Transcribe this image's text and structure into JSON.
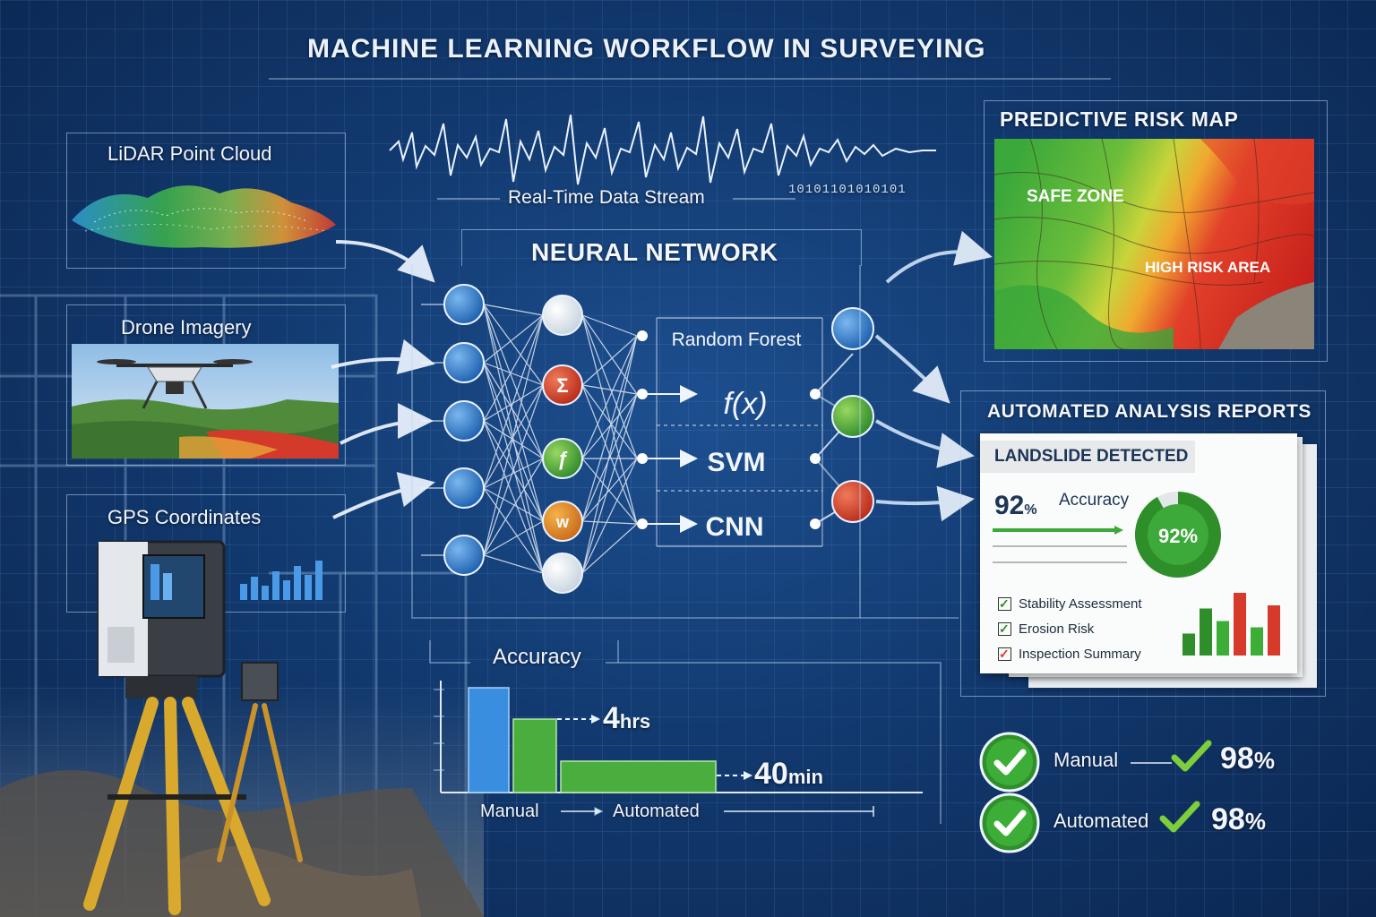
{
  "title": "MACHINE LEARNING WORKFLOW IN SURVEYING",
  "inputs": {
    "lidar": "LiDAR Point Cloud",
    "drone": "Drone Imagery",
    "gps": "GPS Coordinates"
  },
  "stream": {
    "label": "Real-Time Data Stream",
    "binary": "10101101010101"
  },
  "network": {
    "title": "NEURAL NETWORK",
    "hidden_symbols": [
      "",
      "Σ",
      "ƒ",
      "w",
      ""
    ],
    "models": [
      "Random Forest",
      "f(x)",
      "SVM",
      "CNN"
    ]
  },
  "risk_map": {
    "title": "PREDICTIVE RISK MAP",
    "safe_label": "SAFE ZONE",
    "risk_label": "HIGH RISK AREA"
  },
  "reports": {
    "title": "AUTOMATED ANALYSIS REPORTS",
    "card_heading": "LANDSLIDE DETECTED",
    "accuracy_value": "92",
    "accuracy_unit": "%",
    "accuracy_label": "Accuracy",
    "donut_label": "92%",
    "donut_fraction": 0.92,
    "checklist": [
      "Stability Assessment",
      "Erosion Risk",
      "Inspection Summary"
    ],
    "mini_bars": [
      0.35,
      0.75,
      0.55,
      1.0,
      0.45,
      0.8
    ]
  },
  "accuracy_chart": {
    "title": "Accuracy",
    "time_manual_value": "4",
    "time_manual_unit": "hrs",
    "time_auto_value": "40",
    "time_auto_unit": "min",
    "axis_manual": "Manual",
    "axis_auto": "Automated"
  },
  "comparison": [
    {
      "label": "Manual",
      "value": "98",
      "unit": "%"
    },
    {
      "label": "Automated",
      "value": "98",
      "unit": "%"
    }
  ],
  "colors": {
    "node_blue": "#2a76c8",
    "node_green": "#3fa63a",
    "node_red": "#d63a2b",
    "accent_green": "#3ca93a"
  }
}
